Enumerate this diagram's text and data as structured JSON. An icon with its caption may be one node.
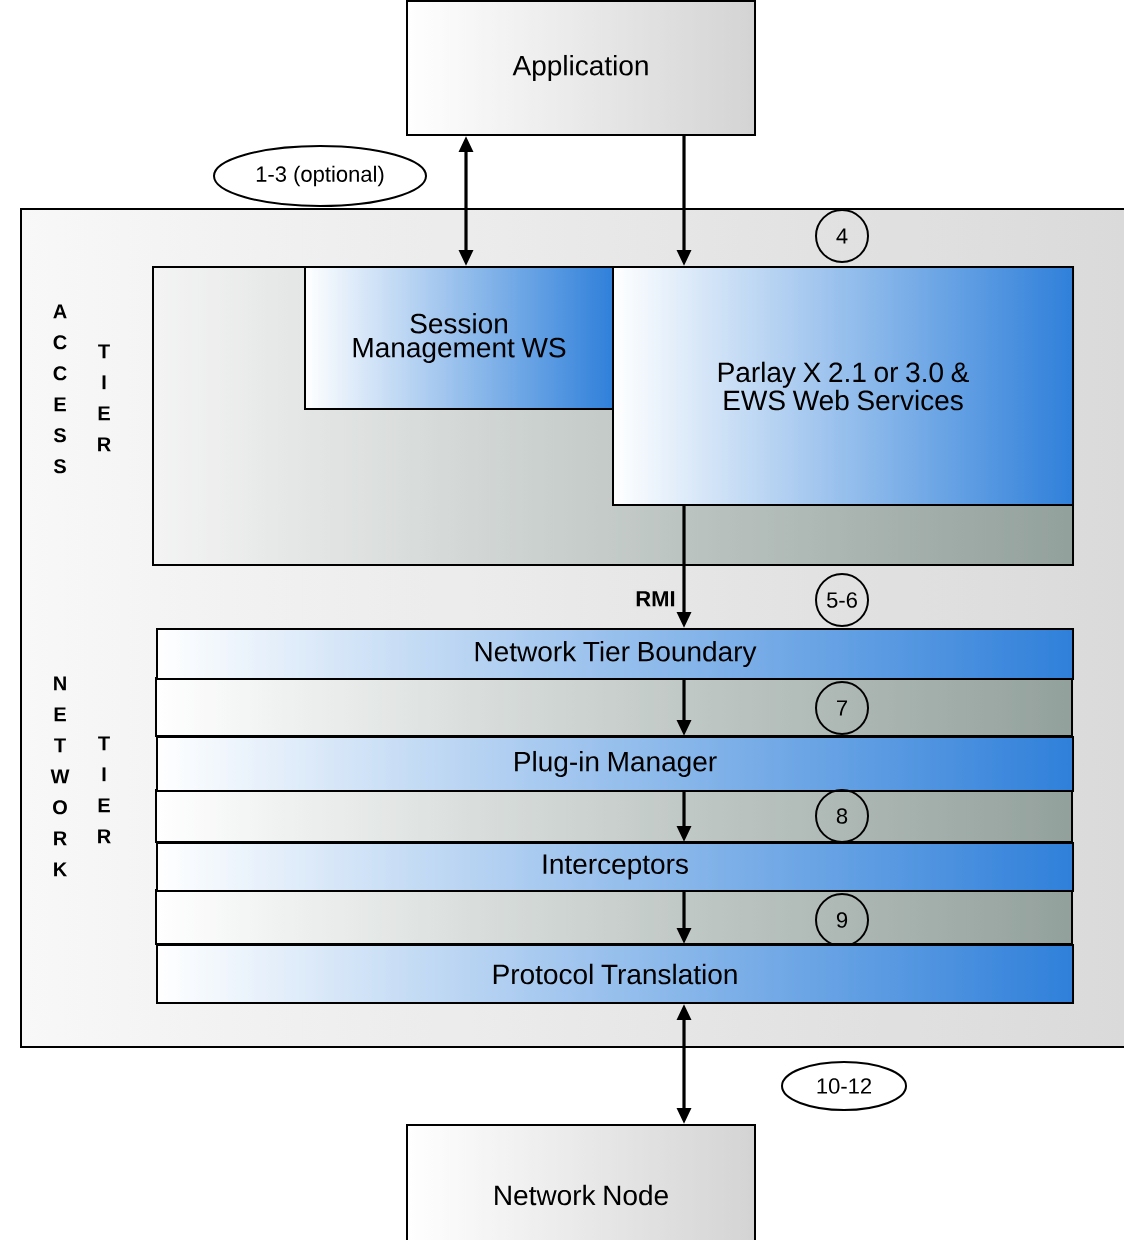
{
  "diagram": {
    "nodes": [
      {
        "text": [
          "Application"
        ]
      },
      {
        "text": [
          "1-3 (optional)"
        ]
      },
      {
        "text": [],
        "shape": "box"
      },
      {
        "text": [
          "4"
        ],
        "in": 2
      },
      {
        "text": [],
        "shape": "box",
        "in": 2
      },
      {
        "text": [
          "Session Management WS"
        ],
        "in": 4
      },
      {
        "text": [
          "Parlay X 2.1 or 3.0 & EWS Web Services"
        ],
        "in": 4
      },
      {
        "text": [
          "5-6"
        ],
        "in": 2
      },
      {
        "text": [
          "Network Tier Boundary"
        ],
        "in": 2
      },
      {
        "text": [
          "7"
        ],
        "in": 2
      },
      {
        "text": [
          "Plug-in Manager"
        ],
        "in": 2
      },
      {
        "text": [
          "8"
        ],
        "in": 2
      },
      {
        "text": [
          "Interceptors"
        ],
        "in": 2
      },
      {
        "text": [
          "9"
        ],
        "in": 2
      },
      {
        "text": [
          "Protocol Translation"
        ],
        "in": 2
      },
      {
        "text": [
          "10-12"
        ]
      },
      {
        "text": [
          "Network Node"
        ]
      }
    ],
    "edges": [
      {
        "from": 0,
        "to": 5,
        "arrow": "both"
      },
      {
        "from": 0,
        "to": 6,
        "arrow": "to"
      },
      {
        "from": 6,
        "to": 8,
        "arrow": "to",
        "label": "RMI"
      },
      {
        "from": 8,
        "to": 10,
        "arrow": "to"
      },
      {
        "from": 10,
        "to": 12,
        "arrow": "to"
      },
      {
        "from": 12,
        "to": 14,
        "arrow": "to"
      },
      {
        "from": 14,
        "to": 16,
        "arrow": "both"
      }
    ],
    "labels": [
      "ACCESS",
      "TIER",
      "NETWORK",
      "TIER"
    ]
  }
}
